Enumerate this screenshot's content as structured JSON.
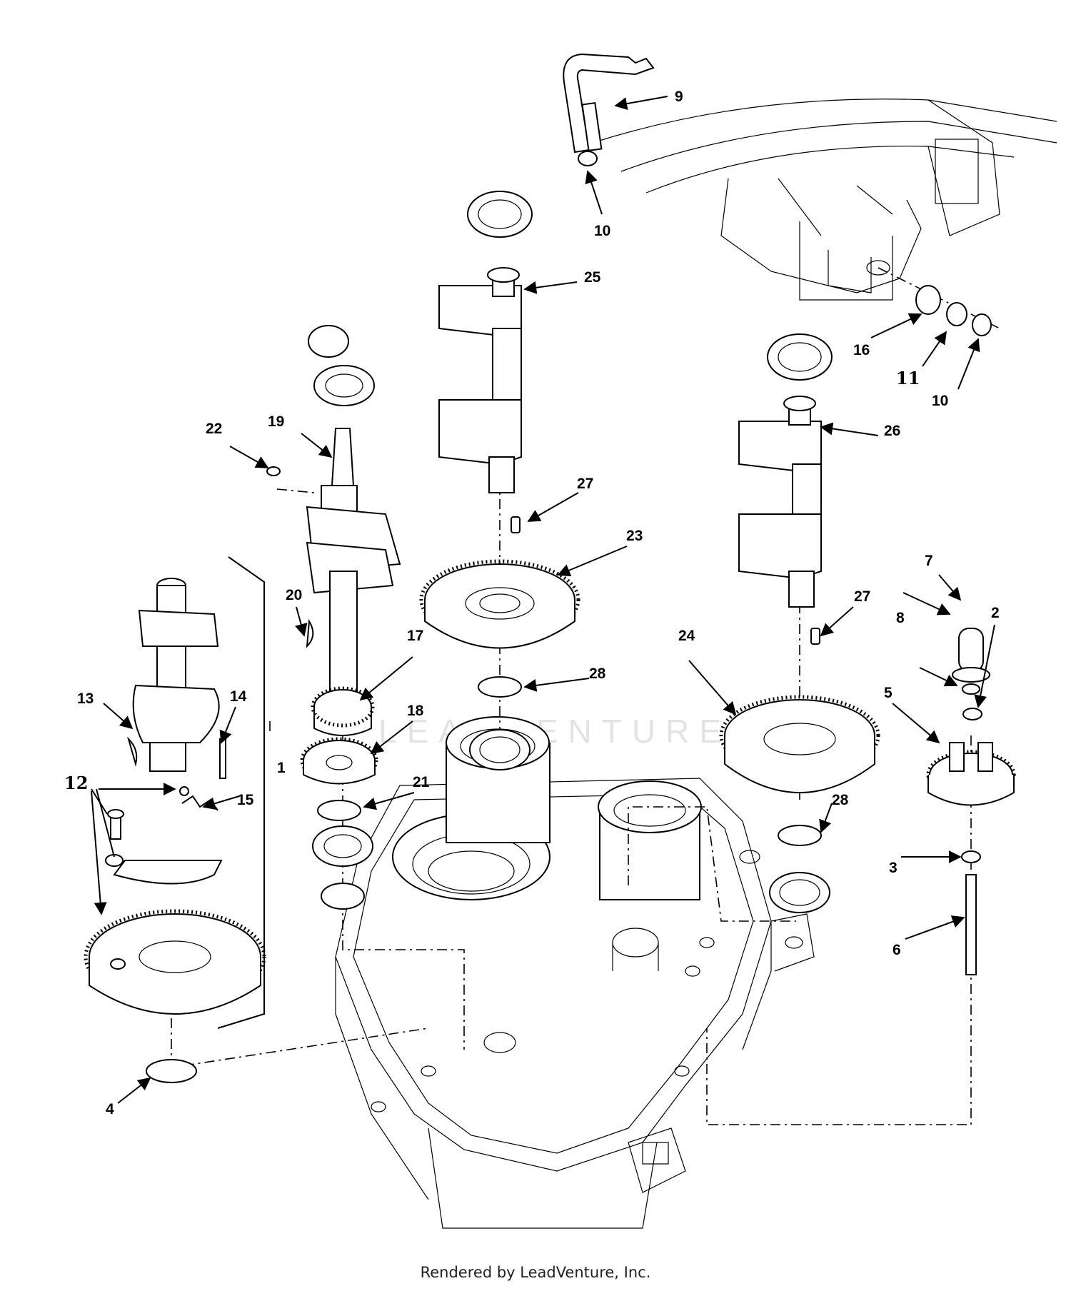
{
  "footer": "Rendered by LeadVenture, Inc.",
  "watermark": "LEADVENTURE",
  "callouts": {
    "c1": "1",
    "c2": "2",
    "c3": "3",
    "c4": "4",
    "c5": "5",
    "c6": "6",
    "c7": "7",
    "c8": "8",
    "c9": "9",
    "c10a": "10",
    "c10b": "10",
    "c11": "11",
    "c12": "12",
    "c13": "13",
    "c14": "14",
    "c15": "15",
    "c16": "16",
    "c17": "17",
    "c18": "18",
    "c19": "19",
    "c20": "20",
    "c21": "21",
    "c22": "22",
    "c23": "23",
    "c24": "24",
    "c25": "25",
    "c26": "26",
    "c27a": "27",
    "c27b": "27",
    "c28a": "28",
    "c28b": "28"
  }
}
